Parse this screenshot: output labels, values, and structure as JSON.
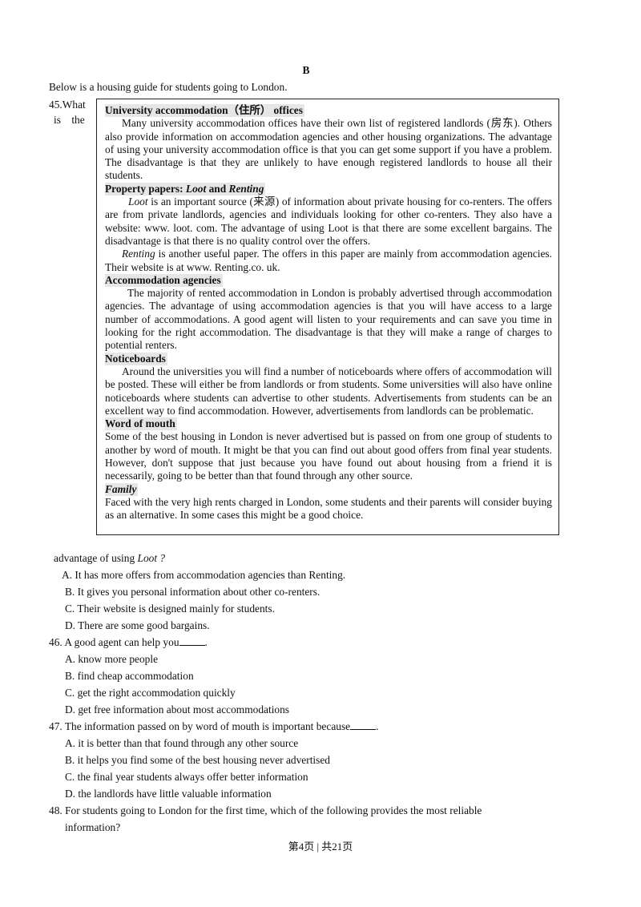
{
  "section_label": "B",
  "intro": "Below is a housing guide for students going to London.",
  "guide": {
    "university": {
      "title": "University accommodation（住所） offices",
      "text": "Many university accommodation offices have their own list of registered landlords (房东). Others also provide information on accommodation agencies and other housing organizations. The advantage of using your university accommodation office is that you can get some support if you have a problem. The disadvantage is that they are unlikely to have enough registered landlords to house all their students."
    },
    "papers": {
      "title_prefix": "Property papers: ",
      "title_loot": "Loot",
      "title_and": " and ",
      "title_renting": "Renting",
      "loot_name": "Loot",
      "loot_text": " is an important source (来源) of information about private housing for co-renters. The offers are from private landlords, agencies and individuals looking for other co-renters. They also have a website: www. loot. com. The advantage of using Loot is that there are some excellent bargains. The disadvantage is that there is no quality control over the offers.",
      "renting_name": "Renting",
      "renting_text": " is another useful paper. The offers in this paper are mainly from accommodation agencies. Their website is at www. Renting.co. uk."
    },
    "agencies": {
      "title": "Accommodation agencies",
      "text": "The majority of rented accommodation in London is probably advertised through accommodation agencies. The advantage of using accommodation agencies is that you will have access to a large number of accommodations. A good agent will listen to your requirements and can save you time in looking for the right accommodation. The disadvantage is that they will make a range of charges to potential renters."
    },
    "noticeboards": {
      "title": "Noticeboards",
      "text": "Around the universities you will find a number of noticeboards where offers of accommodation will be posted. These will either be from landlords or from students. Some universities will also have online noticeboards where students can advertise to other students. Advertisements from students can be an excellent way to find accommodation. However, advertisements from landlords can be problematic."
    },
    "word_of_mouth": {
      "title": "Word of mouth",
      "text": "Some of the best housing in London is never advertised but is passed on from one group of students to another by word of mouth. It might be that you can find out about good offers from final year students. However, don't suppose that just because you have found out about housing from a friend it is necessarily, going to be better than that found through any other source."
    },
    "family": {
      "title": "Family",
      "text": "Faced with the very high rents charged in London, some students and their parents will consider buying as an alternative. In some cases this might be a good choice."
    }
  },
  "questions": {
    "q45": {
      "num_line1": "45.What",
      "num_line2_a": "is",
      "num_line2_b": "the",
      "stem_cont": "advantage of using ",
      "stem_italic": "Loot ?",
      "options": [
        "A. It has more offers from accommodation agencies than Renting.",
        "B. It gives you personal information about other co-renters.",
        "C. Their website is designed mainly for students.",
        "D. There are some good bargains."
      ]
    },
    "q46": {
      "stem": "46. A good agent can help you",
      "stem_end": ".",
      "options": [
        "A. know more people",
        "B. find cheap accommodation",
        "C. get the right accommodation quickly",
        "D. get free information about most accommodations"
      ]
    },
    "q47": {
      "stem": "47. The information passed on by word of mouth is important because",
      "stem_end": ".",
      "options": [
        "A. it is better than that found through any other source",
        "B. it helps you find some of the best housing never advertised",
        "C. the final year students always offer better information",
        "D. the landlords have little valuable information"
      ]
    },
    "q48": {
      "stem_line1": "48. For students going to London for the first time, which of the following provides the most reliable",
      "stem_line2": "information?"
    }
  },
  "footer": "第4页 | 共21页"
}
